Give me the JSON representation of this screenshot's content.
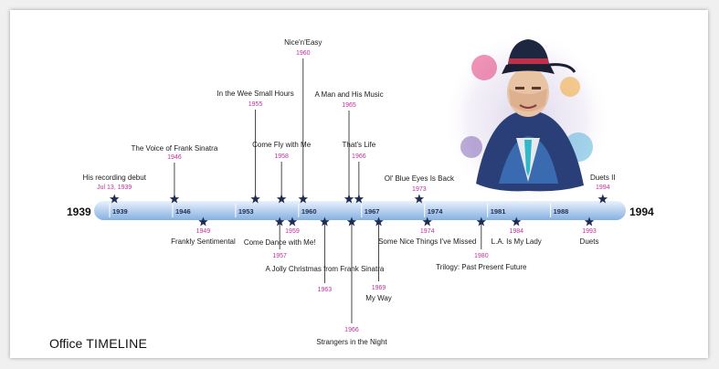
{
  "brand": {
    "prefix": "Office",
    "name": "TIMELINE"
  },
  "timeline": {
    "start_year_label": "1939",
    "end_year_label": "1994",
    "ticks": [
      "1939",
      "1946",
      "1953",
      "1960",
      "1967",
      "1974",
      "1981",
      "1988"
    ],
    "events": [
      {
        "title": "His recording debut",
        "date": "Jul 13, 1939",
        "year": 1939.53,
        "side": "above"
      },
      {
        "title": "The Voice of Frank Sinatra",
        "date": "1946",
        "year": 1946.2,
        "side": "above"
      },
      {
        "title": "Frankly Sentimental",
        "date": "1949",
        "year": 1949.4,
        "side": "below"
      },
      {
        "title": "In the Wee Small Hours",
        "date": "1955",
        "year": 1955.2,
        "side": "above"
      },
      {
        "title": "Come Dance with Me!",
        "date": "1957",
        "year": 1957.9,
        "side": "below"
      },
      {
        "title": "Come Fly with Me",
        "date": "1958",
        "year": 1958.1,
        "side": "above"
      },
      {
        "title": "1959",
        "date": "",
        "year": 1959.3,
        "side": "below"
      },
      {
        "title": "Nice'n'Easy",
        "date": "1960",
        "year": 1960.5,
        "side": "above"
      },
      {
        "title": "A Jolly Christmas from Frank Sinatra",
        "date": "1963",
        "year": 1962.9,
        "side": "below"
      },
      {
        "title": "A Man and His Music",
        "date": "1965",
        "year": 1965.6,
        "side": "above"
      },
      {
        "title": "Strangers in the Night",
        "date": "1966",
        "year": 1965.9,
        "side": "below"
      },
      {
        "title": "That's Life",
        "date": "1966",
        "year": 1966.7,
        "side": "above"
      },
      {
        "title": "My Way",
        "date": "1969",
        "year": 1968.9,
        "side": "below"
      },
      {
        "title": "Ol' Blue Eyes Is Back",
        "date": "1973",
        "year": 1973.4,
        "side": "above"
      },
      {
        "title": "Some Nice Things I've Missed",
        "date": "1974",
        "year": 1974.3,
        "side": "below"
      },
      {
        "title": "Trilogy: Past Present Future",
        "date": "1980",
        "year": 1980.3,
        "side": "below"
      },
      {
        "title": "L.A. Is My Lady",
        "date": "1984",
        "year": 1984.2,
        "side": "below"
      },
      {
        "title": "Duets II",
        "date": "1994",
        "year": 1993.8,
        "side": "above"
      },
      {
        "title": "Duets",
        "date": "1993",
        "year": 1992.3,
        "side": "below"
      }
    ]
  },
  "colors": {
    "bar_light": "#e4eefb",
    "bar_dark": "#86b0e2",
    "star": "#1f2d52",
    "date": "#c0309a"
  }
}
